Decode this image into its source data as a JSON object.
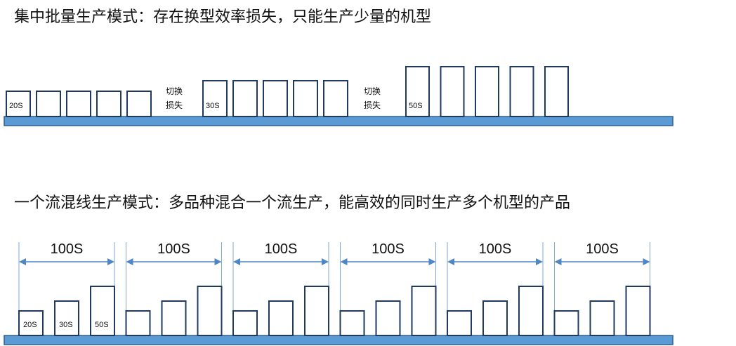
{
  "batch_mode": {
    "title": "集中批量生产模式：存在换型效率损失，只能生产少量的机型",
    "groups": [
      {
        "label": "20S",
        "count": 5
      },
      {
        "label": "30S",
        "count": 5
      },
      {
        "label": "50S",
        "count": 5
      }
    ],
    "changeover_label": [
      "切换",
      "损失"
    ]
  },
  "mixed_mode": {
    "title": "一个流混线生产模式：多品种混合一个流生产，能高效的同时生产多个机型的产品",
    "interval_label": "100S",
    "cycles": 6,
    "sequence": [
      "20S",
      "30S",
      "50S"
    ]
  },
  "colors": {
    "belt": "#5b9bd5",
    "box_stroke": "#1f3a5c",
    "arrow": "#4f86c6",
    "guide": "#7fa7d2"
  }
}
